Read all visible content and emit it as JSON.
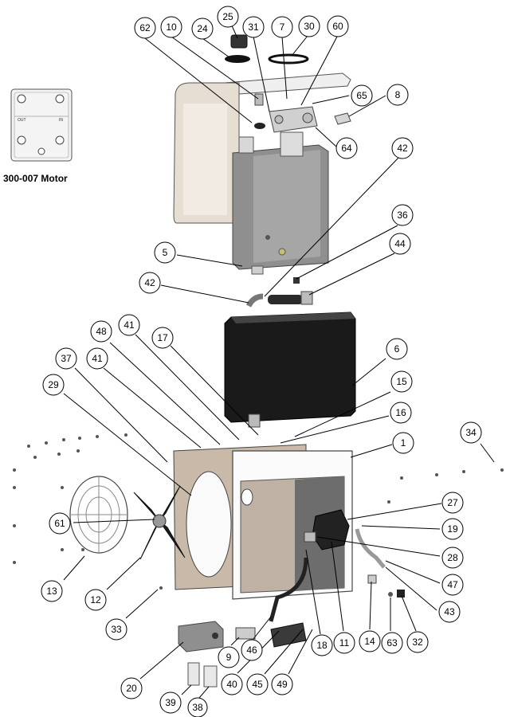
{
  "inset": {
    "caption": "300-007 Motor",
    "port_out": "OUT",
    "port_in": "IN"
  },
  "callouts": {
    "c25": "25",
    "c62": "62",
    "c10": "10",
    "c24": "24",
    "c31": "31",
    "c7": "7",
    "c30": "30",
    "c60": "60",
    "c65": "65",
    "c8": "8",
    "c64": "64",
    "c42a": "42",
    "c36": "36",
    "c44": "44",
    "c5": "5",
    "c42b": "42",
    "c48": "48",
    "c41a": "41",
    "c17": "17",
    "c6": "6",
    "c37": "37",
    "c41b": "41",
    "c29": "29",
    "c15": "15",
    "c16": "16",
    "c34": "34",
    "c1": "1",
    "c27": "27",
    "c61": "61",
    "c19": "19",
    "c28": "28",
    "c47": "47",
    "c13": "13",
    "c12": "12",
    "c43": "43",
    "c33": "33",
    "c14": "14",
    "c63": "63",
    "c32": "32",
    "c9": "9",
    "c46": "46",
    "c18": "18",
    "c11": "11",
    "c20": "20",
    "c40": "40",
    "c45": "45",
    "c49": "49",
    "c39": "39",
    "c38": "38"
  },
  "colors": {
    "frame_tan": "#c9b9a8",
    "radiator": "#1a1a1a",
    "tank_gray": "#8f8f8f",
    "housing_shade": "#e6ddd3"
  }
}
